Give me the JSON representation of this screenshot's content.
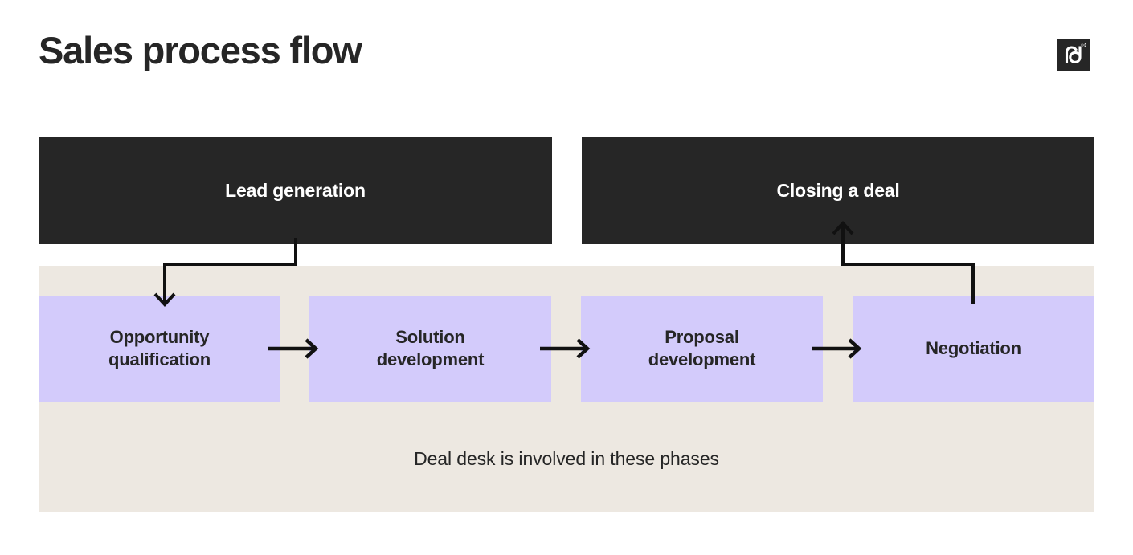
{
  "header": {
    "title": "Sales process flow",
    "logo": {
      "name": "pandadoc-logo",
      "wordmark": "pd",
      "trademark": "®"
    }
  },
  "colors": {
    "background": "#FFFFFF",
    "dark_box": "#262626",
    "dark_box_text": "#FFFFFF",
    "panel_beige": "#EDE8E1",
    "stage_purple": "#D3CBFB",
    "text_dark": "#262626",
    "connector": "#111111"
  },
  "phases": [
    {
      "id": "lead-generation",
      "label": "Lead generation"
    },
    {
      "id": "closing-a-deal",
      "label": "Closing a deal"
    }
  ],
  "stages": [
    {
      "id": "opportunity-qualification",
      "label": "Opportunity\nqualification"
    },
    {
      "id": "solution-development",
      "label": "Solution\ndevelopment"
    },
    {
      "id": "proposal-development",
      "label": "Proposal\ndevelopment"
    },
    {
      "id": "negotiation",
      "label": "Negotiation"
    }
  ],
  "panel": {
    "caption": "Deal desk is involved in these phases"
  },
  "flow": {
    "stage_arrows": 3,
    "connectors": [
      {
        "id": "lead-generation-to-opportunity-qualification",
        "direction": "down"
      },
      {
        "id": "negotiation-to-closing-a-deal",
        "direction": "up"
      }
    ]
  }
}
